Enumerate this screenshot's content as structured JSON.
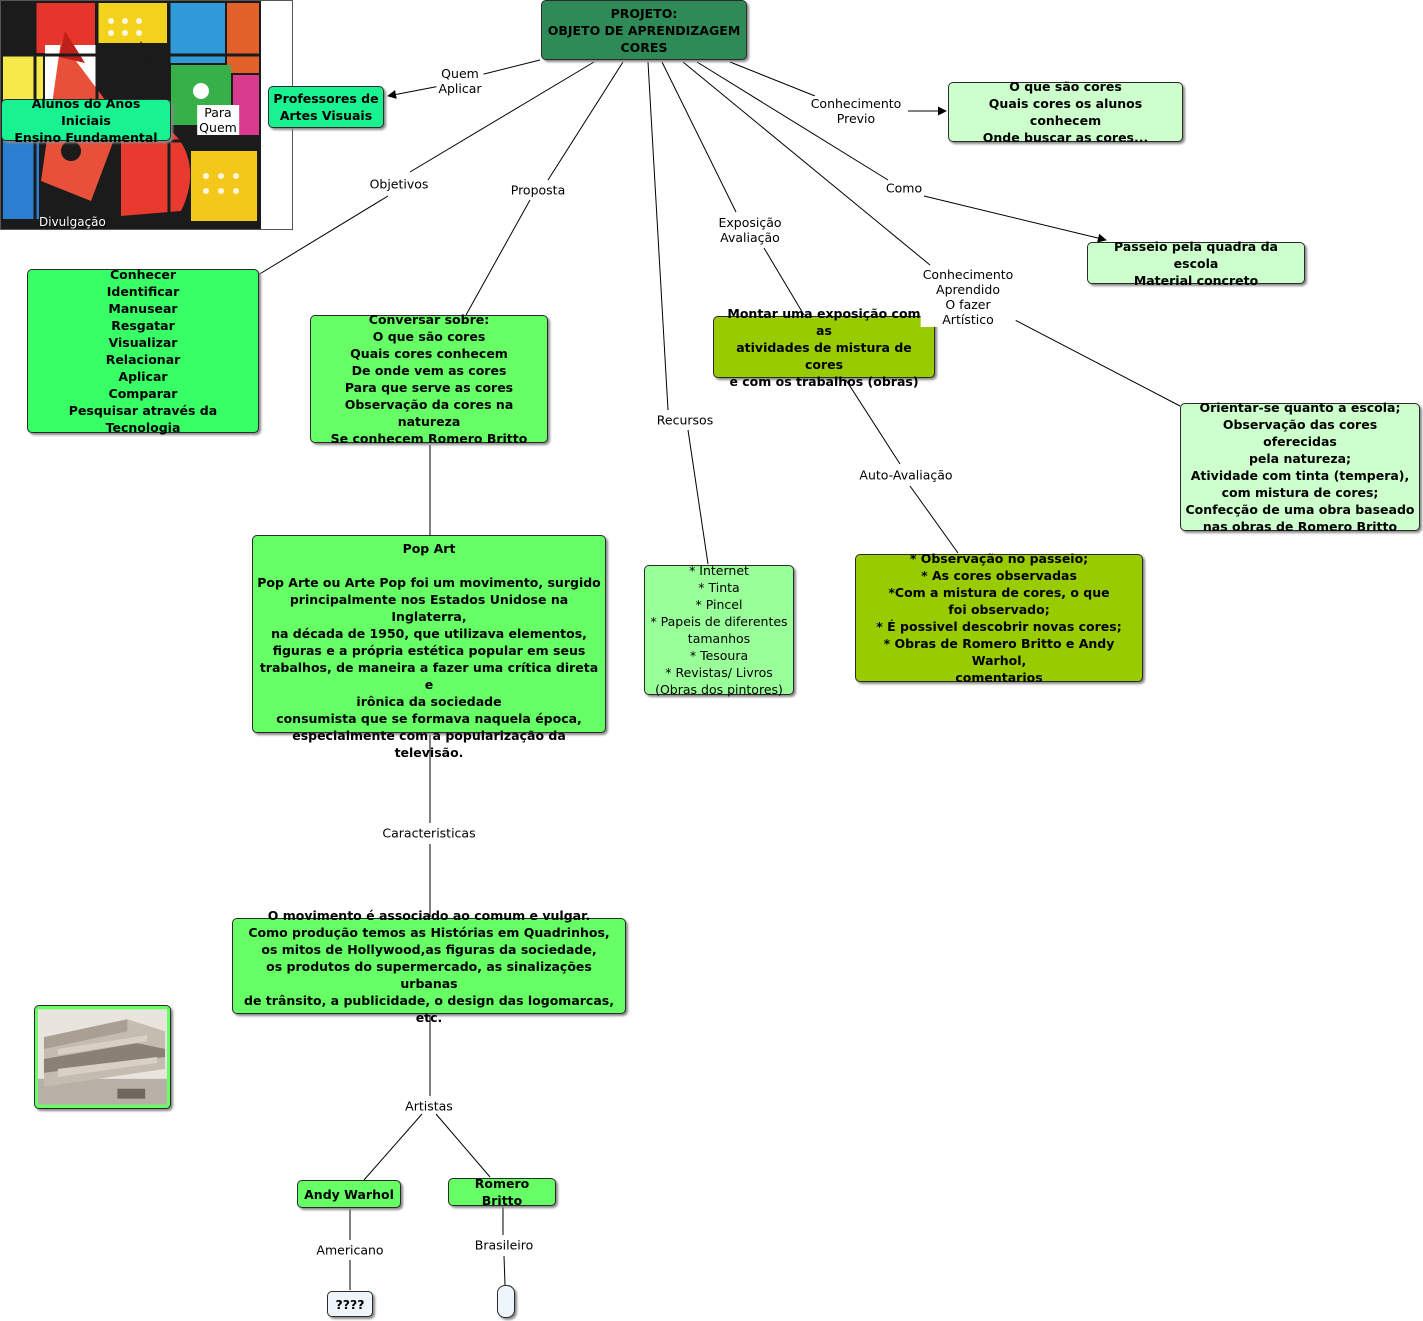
{
  "diagram": {
    "root": "PROJETO:\nOBJETO DE APRENDIZAGEM\nCORES",
    "nodes": {
      "professores": "Professores de\nArtes Visuais",
      "alunos": "Alunos do Anos Iniciais\nEnsino Fundamental",
      "conhecimento_previo": "O que são cores\nQuais cores os alunos conhecem\nOnde buscar as cores...",
      "passeio": "Passeio pela quadra da escola\nMaterial concreto",
      "objetivos": "Conhecer\nIdentificar\nManusear\nResgatar\nVisualizar\nRelacionar\nAplicar\nComparar\nPesquisar através da Tecnologia",
      "conversar": "Conversar sobre:\nO que são cores\nQuais cores conhecem\nDe onde vem as cores\nPara que serve as cores\nObservação da cores na natureza\nSe conhecem Romero Britto",
      "exposicao": "Montar uma exposição com as\natividades de mistura de cores\ne com os trabalhos (obras)",
      "orientar": "Orientar-se quanto a escola;\nObservação das cores oferecidas\npela natureza;\nAtividade com tinta (tempera),\ncom mistura de cores;\nConfecção de uma obra baseado\nnas obras de Romero Britto",
      "pop_art": "Pop Art\n\nPop Arte ou Arte Pop foi um movimento, surgido\nprincipalmente nos Estados Unidose na Inglaterra,\nna década de 1950, que utilizava elementos,\nfiguras e a própria estética popular em seus\ntrabalhos, de maneira a fazer uma crítica direta e\nirônica da sociedade\nconsumista que se formava naquela época,\nespecialmente com a popularização da televisão.",
      "recursos": "* Internet\n* Tinta\n* Pincel\n* Papeis de diferentes\ntamanhos\n* Tesoura\n* Revistas/ Livros\n(Obras dos pintores)",
      "auto_avaliacao": "* Observação no passeio;\n* As cores observadas\n*Com a mistura de cores, o que\nfoi observado;\n* É possivel descobrir novas cores;\n* Obras de Romero Britto e Andy Warhol,\ncomentarios",
      "movimento": "O movimento é associado ao comum e vulgar.\nComo produção temos as Histórias em Quadrinhos,\nos mitos de Hollywood,as figuras da sociedade,\nos produtos do supermercado, as sinalizações urbanas\nde trânsito, a publicidade, o design das logomarcas, etc.",
      "andy": "Andy Warhol",
      "romero": "Romero Britto",
      "unknown": "????",
      "empty": ""
    },
    "labels": {
      "quem_aplicar": "Quem\nAplicar",
      "para_quem": "Para\nQuem",
      "conhecimento_previo": "Conhecimento\nPrevio",
      "como": "Como",
      "objetivos": "Objetivos",
      "proposta": "Proposta",
      "exposicao_avaliacao": "Exposição\nAvaliação",
      "conhecimento_aprendido": "Conhecimento\nAprendido\nO fazer\nArtístico",
      "recursos": "Recursos",
      "auto_avaliacao": "Auto-Avaliação",
      "caracteristicas": "Caracteristicas",
      "artistas": "Artistas",
      "americano": "Americano",
      "brasileiro": "Brasileiro"
    },
    "image_credit": "Divulgação",
    "colors": {
      "root": "#2e8b57",
      "cyan": "#19f291",
      "green": "#38ff66",
      "light_green": "#66ff66",
      "pale": "#ccffcc",
      "pale2": "#99ff99",
      "olive": "#99cc00"
    }
  }
}
